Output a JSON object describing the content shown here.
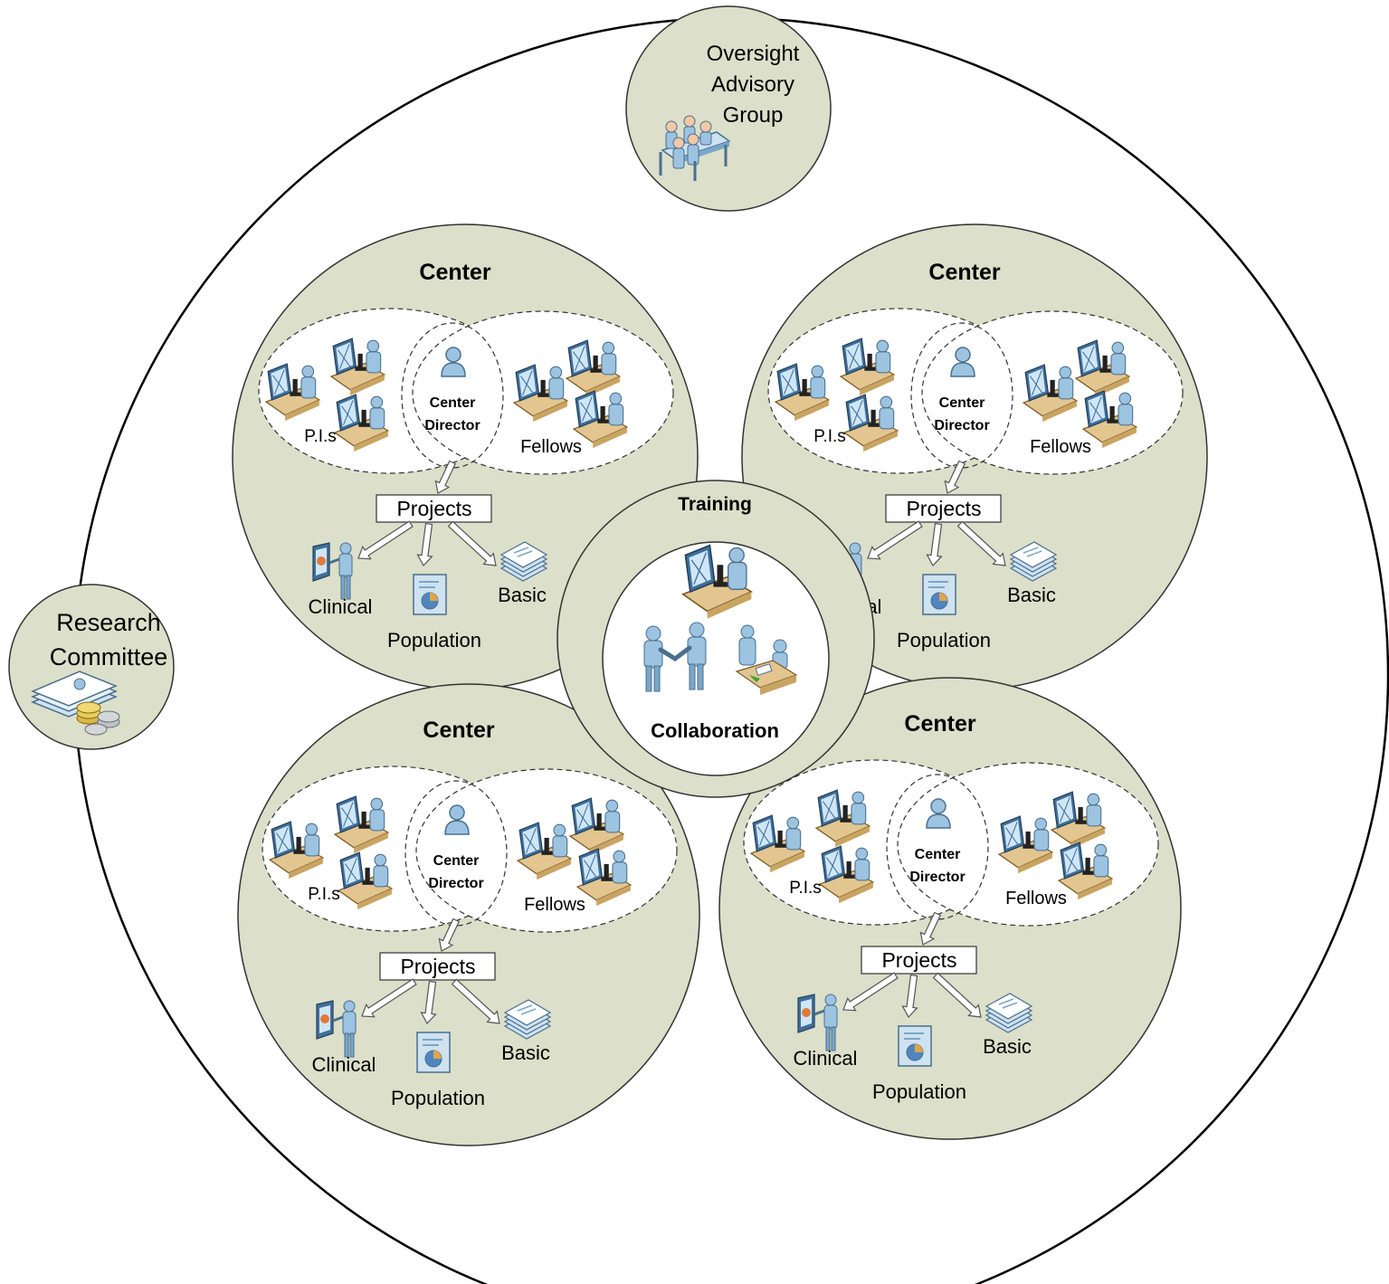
{
  "oversight": {
    "line1": "Oversight",
    "line2": "Advisory",
    "line3": "Group"
  },
  "research": {
    "line1": "Research",
    "line2": "Committee"
  },
  "hub": {
    "top_label": "Training",
    "bottom_label": "Collaboration"
  },
  "center": {
    "title": "Center",
    "pis_label": "P.I.s",
    "fellows_label": "Fellows",
    "director_line1": "Center",
    "director_line2": "Director",
    "projects_label": "Projects",
    "clinical_label": "Clinical",
    "population_label": "Population",
    "basic_label": "Basic"
  },
  "colors": {
    "fill": "#dcdfc9",
    "stroke": "#333333",
    "icon_blue": "#9cc3e0",
    "icon_dark": "#4a6f8f",
    "desk": "#e2c58f"
  },
  "icons": [
    "meeting-table-icon",
    "lab-researcher-icon",
    "person-icon",
    "presenter-icon",
    "report-chart-icon",
    "document-stack-icon",
    "handshake-icon",
    "documents-coins-icon",
    "exchange-icon"
  ]
}
